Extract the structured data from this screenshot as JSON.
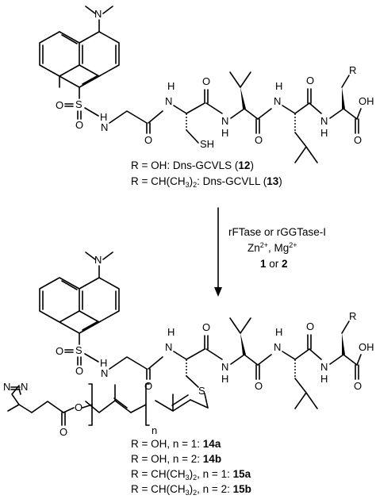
{
  "top_molecule": {
    "atoms": {
      "n_dimethyl": "N",
      "sulfonyl_s": "S",
      "sulfonyl_o_upper": "O",
      "sulfonyl_o_lower": "O",
      "sulfonamide_h": "H",
      "sulfonamide_n": "N",
      "gly_o": "O",
      "cys_h": "H",
      "cys_n": "N",
      "cys_sh": "SH",
      "cys_o": "O",
      "val_h": "H",
      "val_n": "N",
      "val_o": "O",
      "leu_h": "H",
      "leu_n": "N",
      "leu_o": "O",
      "c_term_h": "H",
      "c_term_n": "N",
      "r_group": "R",
      "oh": "OH",
      "acid_o": "O"
    }
  },
  "caption_top": {
    "line1_prefix": "R = OH: Dns-GCVLS (",
    "line1_num": "12",
    "line1_suffix": ")",
    "line2_prefix": "R = CH(CH",
    "line2_sub": "3",
    "line2_mid": ")",
    "line2_sub2": "2",
    "line2_suffix": ": Dns-GCVLL (",
    "line2_num": "13",
    "line2_end": ")"
  },
  "reaction_conditions": {
    "line1": "rFTase or rGGTase-I",
    "zn": "Zn",
    "zn_sup": "2+",
    "mg": ", Mg",
    "mg_sup": "2+",
    "cat1": "1",
    "or": " or ",
    "cat2": "2"
  },
  "bottom_molecule": {
    "atoms": {
      "n_dimethyl": "N",
      "sulfonyl_s": "S",
      "sulfonyl_o_upper": "O",
      "sulfonyl_o_lower": "O",
      "sulfonamide_h": "H",
      "sulfonamide_n": "N",
      "gly_o": "O",
      "cys_h": "H",
      "cys_n": "N",
      "thioether_s": "S",
      "cys_o": "O",
      "val_h": "H",
      "val_n": "N",
      "val_o": "O",
      "leu_h": "H",
      "leu_n": "N",
      "leu_o": "O",
      "c_term_h": "H",
      "c_term_n": "N",
      "r_group": "R",
      "oh": "OH",
      "acid_o": "O",
      "diazirine_n1": "N",
      "diazirine_n2": "N",
      "ester_o": "O",
      "ester_carbonyl_o": "O",
      "repeat_n": "n"
    }
  },
  "caption_bottom": [
    {
      "prefix": "R = OH, n = 1: ",
      "label": "14a"
    },
    {
      "prefix": "R = OH, n = 2: ",
      "label": "14b"
    },
    {
      "prefix": "R = CH(CH",
      "sub1": "3",
      "mid": ")",
      "sub2": "2",
      "suffix": ", n = 1: ",
      "label": "15a"
    },
    {
      "prefix": "R = CH(CH",
      "sub1": "3",
      "mid": ")",
      "sub2": "2",
      "suffix": ", n = 2: ",
      "label": "15b"
    }
  ]
}
